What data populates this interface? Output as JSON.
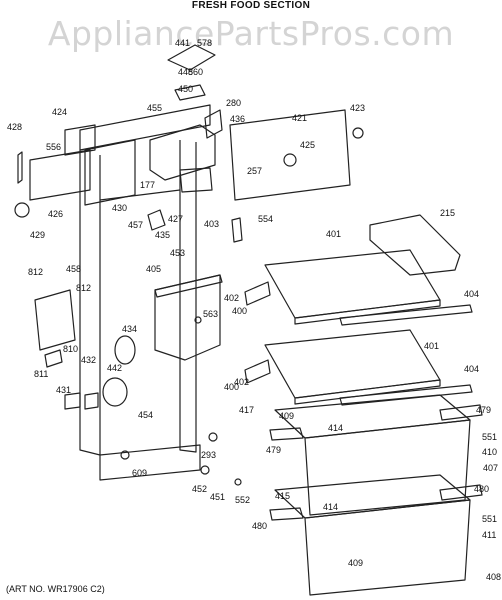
{
  "header": {
    "title": "FRESH FOOD SECTION"
  },
  "watermark": "AppliancePartsPros.com",
  "footer": {
    "art_no": "(ART NO. WR17906 C2)"
  },
  "callouts": [
    "441",
    "578",
    "448",
    "560",
    "450",
    "455",
    "280",
    "423",
    "424",
    "428",
    "556",
    "436",
    "421",
    "425",
    "257",
    "177",
    "427",
    "426",
    "430",
    "429",
    "457",
    "435",
    "403",
    "554",
    "215",
    "401",
    "458",
    "453",
    "812",
    "812",
    "405",
    "402",
    "400",
    "404",
    "563",
    "434",
    "810",
    "811",
    "432",
    "442",
    "401",
    "402",
    "400",
    "404",
    "431",
    "417",
    "409",
    "479",
    "414",
    "454",
    "293",
    "551",
    "410",
    "609",
    "479",
    "407",
    "452",
    "451",
    "552",
    "415",
    "480",
    "414",
    "551",
    "480",
    "411",
    "408",
    "409"
  ]
}
